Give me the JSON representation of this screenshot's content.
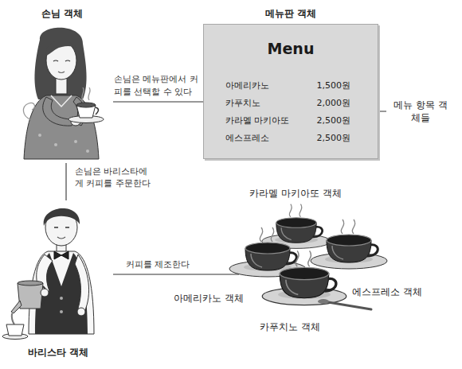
{
  "diagram": {
    "nodes": [
      {
        "text": [
          "손님 객체"
        ]
      },
      {
        "text": [
          "메뉴판 객체",
          "Menu"
        ]
      },
      {
        "text": [
          "아메리카노",
          "1,500원"
        ],
        "in": 1
      },
      {
        "text": [
          "카푸치노",
          "2,000원"
        ],
        "in": 1
      },
      {
        "text": [
          "카라멜 마키아또",
          "2,500원"
        ],
        "in": 1
      },
      {
        "text": [
          "에스프레소",
          "2,500원"
        ],
        "in": 1
      },
      {
        "text": [
          "바리스타 객체"
        ]
      },
      {
        "text": [
          "카라멜 마키아또 객체"
        ]
      },
      {
        "text": [
          "아메리카노 객체"
        ]
      },
      {
        "text": [
          "에스프레소 객체"
        ]
      },
      {
        "text": [
          "카푸치노 객체"
        ]
      }
    ],
    "edges": [
      {
        "from": 0,
        "to": 1,
        "label": "손님은 메뉴판에서 커피를 선택할 수 있다",
        "arrow": "none"
      },
      {
        "from": 0,
        "to": 6,
        "label": "손님은 바리스타에게 커피를 주문한다",
        "arrow": "none"
      },
      {
        "from": 6,
        "to": 8,
        "label": "커피를 제조한다",
        "arrow": "none"
      }
    ],
    "labels": [
      "메뉴 항목 객체들"
    ]
  }
}
